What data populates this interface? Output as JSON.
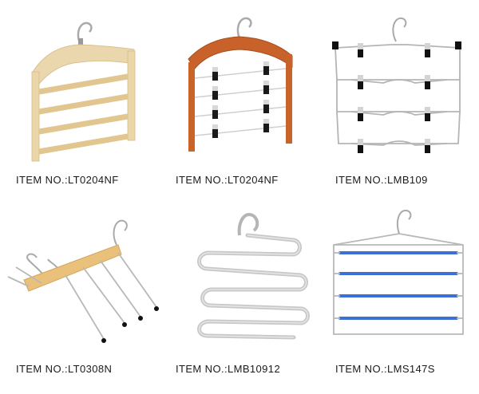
{
  "items": [
    {
      "label": "ITEM NO.:LT0204NF",
      "icon": "wooden-four-bar-hanger-icon"
    },
    {
      "label": "ITEM NO.:LT0204NF",
      "icon": "wooden-clip-hanger-icon"
    },
    {
      "label": "ITEM NO.:LMB109",
      "icon": "metal-four-tier-clip-hanger-icon"
    },
    {
      "label": "ITEM NO.:LT0308N",
      "icon": "swing-arm-pants-hanger-icon"
    },
    {
      "label": "ITEM NO.:LMB10912",
      "icon": "s-shape-pants-hanger-icon"
    },
    {
      "label": "ITEM NO.:LMS147S",
      "icon": "four-bar-metal-hanger-icon"
    }
  ],
  "colors": {
    "wood_light": "#e8cf9f",
    "wood_dark": "#c9632a",
    "metal": "#b8b8b8",
    "foam_blue": "#3d6fd6",
    "clip_black": "#111111"
  }
}
